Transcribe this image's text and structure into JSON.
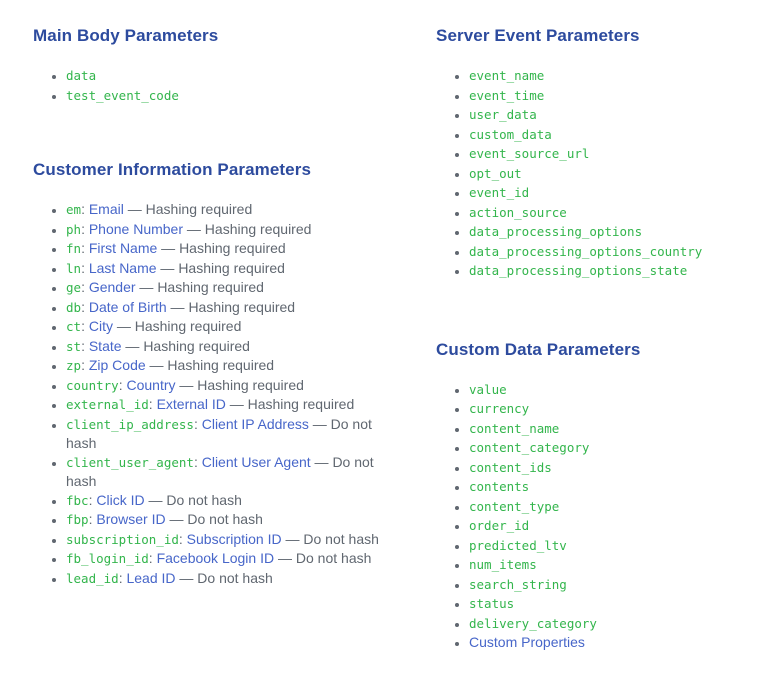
{
  "colors": {
    "heading": "#2d4b9e",
    "link": "#4766c9",
    "code_green": "#33b54c",
    "body_gray": "#606770",
    "background": "#ffffff"
  },
  "list_item_separator": ": ",
  "sections": [
    {
      "id": "main-body",
      "title": "Main Body Parameters",
      "column": "left",
      "items": [
        {
          "code": "data"
        },
        {
          "code": "test_event_code"
        }
      ]
    },
    {
      "id": "customer-information",
      "title": "Customer Information Parameters",
      "column": "left",
      "items": [
        {
          "code": "em",
          "link": "Email",
          "note": " — Hashing required"
        },
        {
          "code": "ph",
          "link": "Phone Number",
          "note": " — Hashing required"
        },
        {
          "code": "fn",
          "link": "First Name",
          "note": " — Hashing required"
        },
        {
          "code": "ln",
          "link": "Last Name",
          "note": " — Hashing required"
        },
        {
          "code": "ge",
          "link": "Gender",
          "note": " — Hashing required"
        },
        {
          "code": "db",
          "link": "Date of Birth",
          "note": " — Hashing required"
        },
        {
          "code": "ct",
          "link": "City",
          "note": " — Hashing required"
        },
        {
          "code": "st",
          "link": "State",
          "note": " — Hashing required"
        },
        {
          "code": "zp",
          "link": "Zip Code",
          "note": " — Hashing required"
        },
        {
          "code": "country",
          "link": "Country",
          "note": " — Hashing required"
        },
        {
          "code": "external_id",
          "link": "External ID",
          "note": " — Hashing required"
        },
        {
          "code": "client_ip_address",
          "link": "Client IP Address",
          "note": " — Do not hash"
        },
        {
          "code": "client_user_agent",
          "link": "Client User Agent",
          "note": " — Do not hash"
        },
        {
          "code": "fbc",
          "link": "Click ID",
          "note": " — Do not hash"
        },
        {
          "code": "fbp",
          "link": "Browser ID",
          "note": " — Do not hash"
        },
        {
          "code": "subscription_id",
          "link": "Subscription ID",
          "note": " — Do not hash"
        },
        {
          "code": "fb_login_id",
          "link": "Facebook Login ID",
          "note": " — Do not hash"
        },
        {
          "code": "lead_id",
          "link": "Lead ID",
          "note": " — Do not hash"
        }
      ]
    },
    {
      "id": "server-event",
      "title": "Server Event Parameters",
      "column": "right",
      "items": [
        {
          "code": "event_name"
        },
        {
          "code": "event_time"
        },
        {
          "code": "user_data"
        },
        {
          "code": "custom_data"
        },
        {
          "code": "event_source_url"
        },
        {
          "code": "opt_out"
        },
        {
          "code": "event_id"
        },
        {
          "code": "action_source"
        },
        {
          "code": "data_processing_options"
        },
        {
          "code": "data_processing_options_country"
        },
        {
          "code": "data_processing_options_state"
        }
      ]
    },
    {
      "id": "custom-data",
      "title": "Custom Data Parameters",
      "column": "right",
      "items": [
        {
          "code": "value"
        },
        {
          "code": "currency"
        },
        {
          "code": "content_name"
        },
        {
          "code": "content_category"
        },
        {
          "code": "content_ids"
        },
        {
          "code": "contents"
        },
        {
          "code": "content_type"
        },
        {
          "code": "order_id"
        },
        {
          "code": "predicted_ltv"
        },
        {
          "code": "num_items"
        },
        {
          "code": "search_string"
        },
        {
          "code": "status"
        },
        {
          "code": "delivery_category"
        },
        {
          "link": "Custom Properties"
        }
      ]
    }
  ]
}
